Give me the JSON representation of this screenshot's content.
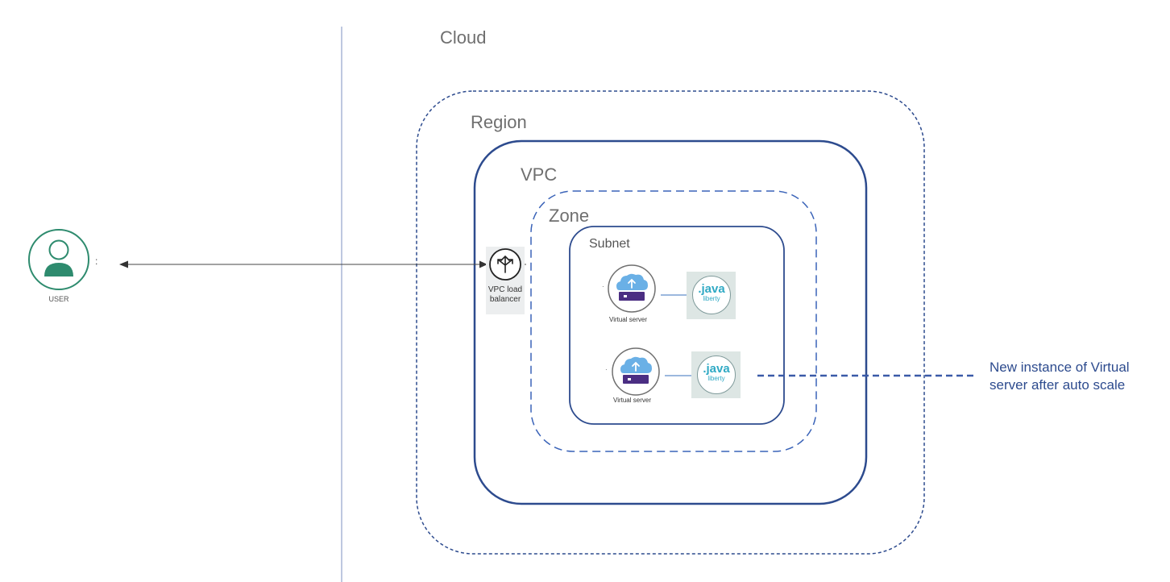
{
  "labels": {
    "cloud": "Cloud",
    "region": "Region",
    "vpc": "VPC",
    "zone": "Zone",
    "subnet": "Subnet",
    "user": "USER",
    "load_balancer": "VPC load\nbalancer",
    "virtual_server_1": "Virtual server",
    "virtual_server_2": "Virtual server",
    "java_word": ".java",
    "java_sub": "liberty",
    "annotation": "New instance of Virtual server after auto scale"
  },
  "colors": {
    "boundary_blue": "#2d4b8e",
    "divider": "#a9b6d6",
    "user_green": "#2e8b6e",
    "server_purple": "#4b2e83",
    "cloud_blue": "#6ab0e6",
    "java_tile": "#dde6e4",
    "annotation_blue": "#2d4b8e"
  }
}
